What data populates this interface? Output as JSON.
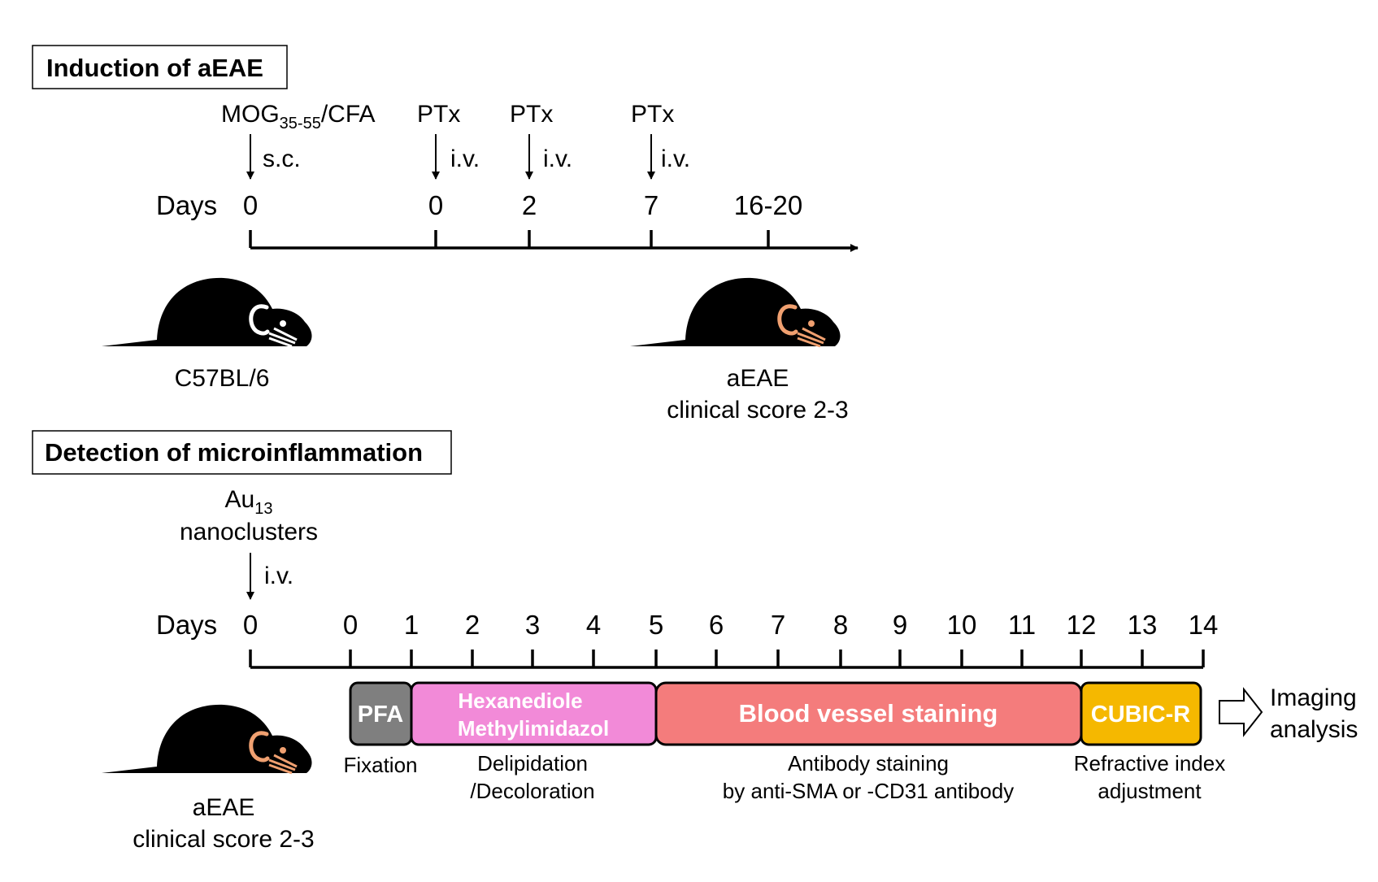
{
  "induction": {
    "title": "Induction of aEAE",
    "mog_main": "MOG",
    "mog_sub": "35-55",
    "mog_tail": "/CFA",
    "route_sc": "s.c.",
    "ptx": "PTx",
    "route_iv": "i.v.",
    "days_label": "Days",
    "day_ticks": [
      "0",
      "0",
      "2",
      "7",
      "16-20"
    ],
    "mouse_label": "C57BL/6",
    "aeae_label": "aEAE",
    "aeae_score": "clinical score 2-3"
  },
  "detection": {
    "title": "Detection of microinflammation",
    "au_main": "Au",
    "au_sub": "13",
    "nanoclusters": "nanoclusters",
    "route_iv": "i.v.",
    "days_label": "Days",
    "day_ticks": [
      "0",
      "0",
      "1",
      "2",
      "3",
      "4",
      "5",
      "6",
      "7",
      "8",
      "9",
      "10",
      "11",
      "12",
      "13",
      "14"
    ],
    "mouse_label": "aEAE",
    "mouse_score": "clinical score 2-3",
    "step_pfa": "PFA",
    "step_hex_1": "Hexanediole",
    "step_hex_2": "Methylimidazol",
    "step_blood": "Blood vessel staining",
    "step_cubic": "CUBIC-R",
    "imaging_1": "Imaging",
    "imaging_2": "analysis",
    "cap_fixation": "Fixation",
    "cap_delip_1": "Delipidation",
    "cap_delip_2": "/Decoloration",
    "cap_antibody_1": "Antibody staining",
    "cap_antibody_2": "by anti-SMA or -CD31 antibody",
    "cap_refractive_1": "Refractive index",
    "cap_refractive_2": "adjustment"
  },
  "colors": {
    "pfa": "#7f7f7f",
    "hexanediole": "#f28ad8",
    "blood_vessel": "#f47c7c",
    "cubic": "#f5b800",
    "mouse_body": "#000000",
    "mouse_feature_white": "#ffffff",
    "mouse_feature_aeae": "#f0a070"
  },
  "icons": {
    "mouse": "mouse-silhouette-icon",
    "arrow_down": "down-arrow-icon",
    "hollow_arrow": "hollow-right-arrow-icon"
  }
}
